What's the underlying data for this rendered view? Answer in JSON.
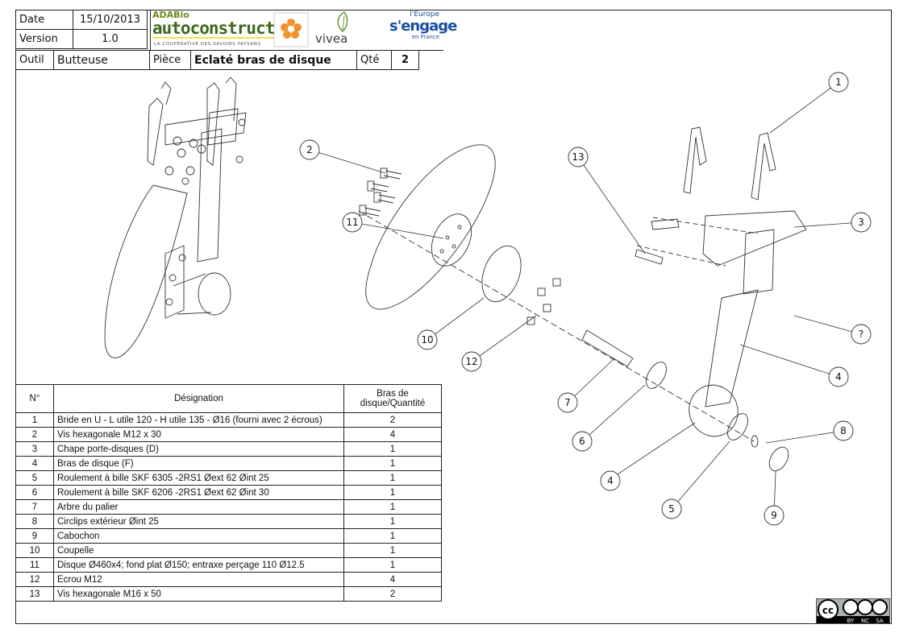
{
  "header": {
    "date_label": "Date",
    "date_value": "15/10/2013",
    "version_label": "Version",
    "version_value": "1.0",
    "outil_label": "Outil",
    "outil_value": "Butteuse",
    "piece_label": "Pièce",
    "piece_value": "Eclaté bras de disque",
    "qte_label": "Qté",
    "qte_value": "2"
  },
  "logos": {
    "adabio_top": "ADABio",
    "adabio_main": "autoconstruction",
    "adabio_sub": "LA COOPÉRATIVE DES SAVOIRS PAYSANS",
    "vivea": "vivea",
    "europe_top": "l'Europe",
    "europe_main": "s'engage",
    "europe_country": "en France",
    "colors": {
      "ada_green": "#3d6b1e",
      "ada_yellow": "#f7e04a",
      "eu_blue": "#1a4fa0",
      "flower_orange": "#f0932b"
    }
  },
  "callouts": [
    "1",
    "2",
    "3",
    "4",
    "4",
    "5",
    "6",
    "7",
    "8",
    "9",
    "10",
    "11",
    "12",
    "13",
    "?"
  ],
  "bom": {
    "headers": {
      "num": "N°",
      "designation": "Désignation",
      "qty_line1": "Bras de",
      "qty_line2": "disque/Quantité"
    },
    "rows": [
      {
        "num": "1",
        "designation": "Bride en U - L utile 120 - H utile 135 - Ø16 (fourni avec 2 écrous)",
        "qty": "2"
      },
      {
        "num": "2",
        "designation": "Vis hexagonale M12 x 30",
        "qty": "4"
      },
      {
        "num": "3",
        "designation": "Chape porte-disques (D)",
        "qty": "1"
      },
      {
        "num": "4",
        "designation": "Bras de disque (F)",
        "qty": "1"
      },
      {
        "num": "5",
        "designation": "Roulement à bille SKF 6305 -2RS1 Øext 62 Øint 25",
        "qty": "1"
      },
      {
        "num": "6",
        "designation": "Roulement à bille SKF 6206 -2RS1 Øext 62 Øint 30",
        "qty": "1"
      },
      {
        "num": "7",
        "designation": "Arbre du palier",
        "qty": "1"
      },
      {
        "num": "8",
        "designation": "Circlips extérieur Øint 25",
        "qty": "1"
      },
      {
        "num": "9",
        "designation": "Cabochon",
        "qty": "1"
      },
      {
        "num": "10",
        "designation": "Coupelle",
        "qty": "1"
      },
      {
        "num": "11",
        "designation": "Disque Ø460x4; fond plat Ø150; entraxe perçage 110 Ø12.5",
        "qty": "1"
      },
      {
        "num": "12",
        "designation": "Ecrou M12",
        "qty": "4"
      },
      {
        "num": "13",
        "designation": "Vis hexagonale M16 x 50",
        "qty": "2"
      }
    ]
  },
  "license": {
    "by": "BY",
    "nc": "NC",
    "sa": "SA"
  }
}
